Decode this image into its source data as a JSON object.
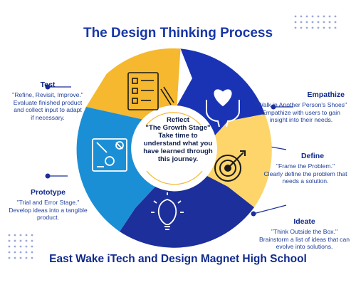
{
  "title": "The Design Thinking Process",
  "footer": "East Wake iTech and Design Magnet High School",
  "center": {
    "line1": "Reflect",
    "line2": "\"The Growth Stage\"",
    "line3": "Take time to",
    "line4": "understand what you",
    "line5": "have learned through",
    "line6": "this journey."
  },
  "stages": {
    "test": {
      "name": "Test",
      "quote": "\"Refine, Revisit, Improve.\"",
      "desc1": "Evaluate finished product",
      "desc2": "and collect input to adapt",
      "desc3": "if necessary."
    },
    "empathize": {
      "name": "Empathize",
      "quote": "\"Walk in Another Person's Shoes\"",
      "desc1": "Empathize with users to gain",
      "desc2": "insight into their needs."
    },
    "define": {
      "name": "Define",
      "quote": "\"Frame the Problem.\"",
      "desc1": "Clearly define the problem that",
      "desc2": "needs a solution."
    },
    "ideate": {
      "name": "Ideate",
      "quote": "\"Think Outside the Box.\"",
      "desc1": "Brainstorm a list of ideas that can",
      "desc2": "evolve into solutions."
    },
    "prototype": {
      "name": "Prototype",
      "quote": "\"Trial and Error Stage.\"",
      "desc1": "Develop ideas into a tangible",
      "desc2": "product."
    }
  },
  "colors": {
    "yellow": "#f5b82e",
    "blue": "#1a33b5",
    "lightYellow": "#fdd56b",
    "navy": "#1c2f9a",
    "skyBlue": "#1b8fd6",
    "text": "#102a8c"
  }
}
